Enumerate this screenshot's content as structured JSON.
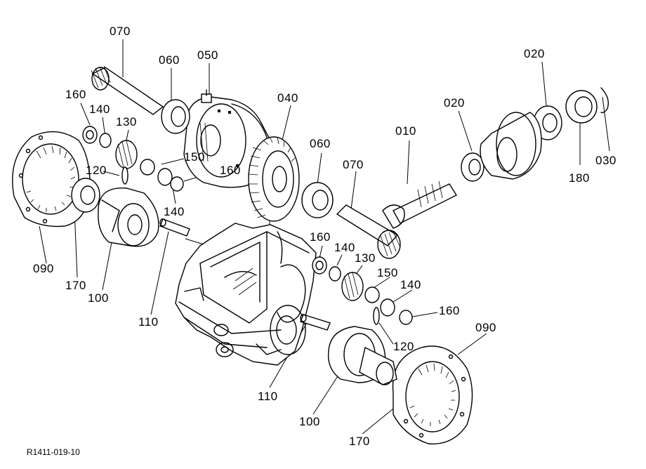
{
  "diagram": {
    "drawing_code": "R1411-019-10",
    "part_labels": {
      "p070_top": "070",
      "p060_top": "060",
      "p050": "050",
      "p020_right": "020",
      "p040": "040",
      "p020_mid": "020",
      "p160_left": "160",
      "p140_left": "140",
      "p130_left": "130",
      "p010": "010",
      "p150_left": "150",
      "p160_mid": "160",
      "p120_left": "120",
      "p060_mid": "060",
      "p070_mid": "070",
      "p180": "180",
      "p030": "030",
      "p140_mid": "140",
      "p090_left": "090",
      "p170_left": "170",
      "p100_left": "100",
      "p160_center": "160",
      "p140_center": "140",
      "p130_center": "130",
      "p150_center": "150",
      "p140_right": "140",
      "p110_left": "110",
      "p160_right": "160",
      "p090_right": "090",
      "p120_right": "120",
      "p110_center": "110",
      "p100_bottom": "100",
      "p170_bottom": "170"
    }
  }
}
